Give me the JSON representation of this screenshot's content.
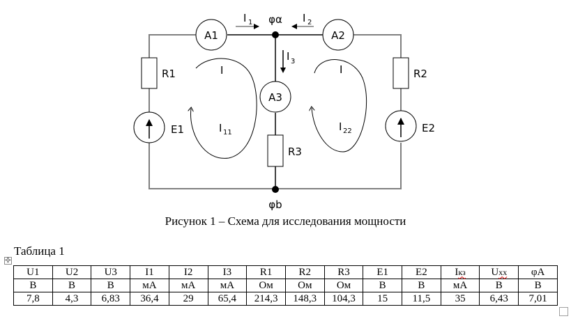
{
  "figure": {
    "caption": "Рисунок 1 – Схема для исследования мощности",
    "nodes": {
      "top": "φα",
      "bottom": "φb"
    },
    "ammeters": [
      "A1",
      "A2",
      "A3"
    ],
    "resistors": [
      "R1",
      "R2",
      "R3"
    ],
    "sources": [
      "E1",
      "E2"
    ],
    "currents": {
      "i1": {
        "main": "I",
        "sub": "1"
      },
      "i2": {
        "main": "I",
        "sub": "2"
      },
      "i3": {
        "main": "I",
        "sub": "3"
      },
      "loop_left_top": "I",
      "loop_right_top": "I",
      "loop11": {
        "main": "I",
        "sub": "11"
      },
      "loop22": {
        "main": "I",
        "sub": "22"
      }
    }
  },
  "table": {
    "title": "Таблица 1",
    "headers": [
      {
        "main": "U1"
      },
      {
        "main": "U2"
      },
      {
        "main": "U3"
      },
      {
        "main": "I1"
      },
      {
        "main": "I2"
      },
      {
        "main": "I3"
      },
      {
        "main": "R1"
      },
      {
        "main": "R2"
      },
      {
        "main": "R3"
      },
      {
        "main": "E1"
      },
      {
        "main": "E2"
      },
      {
        "main": "I",
        "sub": "кз",
        "spellcheck": true
      },
      {
        "main": "U",
        "sub": "хх",
        "spellcheck": true
      },
      {
        "main": "φA"
      }
    ],
    "units": [
      "В",
      "В",
      "В",
      "мА",
      "мА",
      "мА",
      "Ом",
      "Ом",
      "Ом",
      "В",
      "В",
      "мА",
      "В",
      "В"
    ],
    "values": [
      "7,8",
      "4,3",
      "6,83",
      "36,4",
      "29",
      "65,4",
      "214,3",
      "148,3",
      "104,3",
      "15",
      "11,5",
      "35",
      "6,43",
      "7,01"
    ]
  },
  "icons": {
    "move_handle": "✣"
  }
}
